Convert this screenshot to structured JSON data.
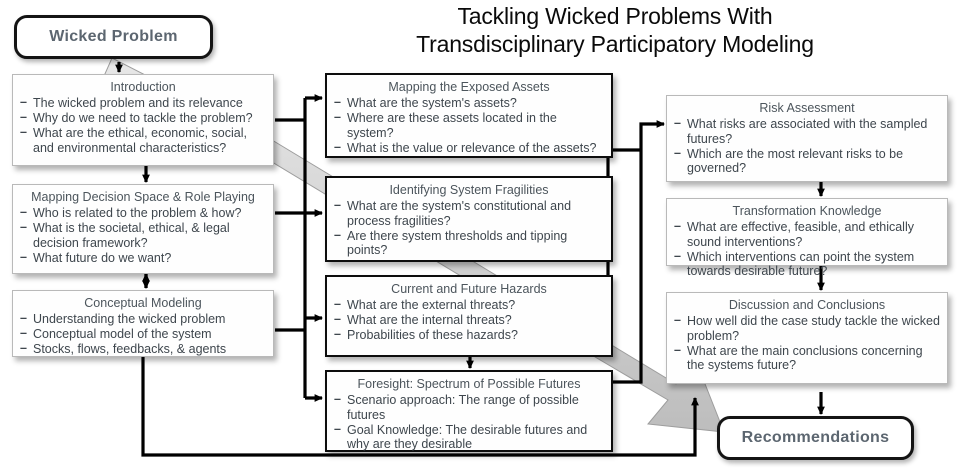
{
  "title": {
    "line1": "Tackling Wicked Problems With",
    "line2": "Transdisciplinary Participatory Modeling"
  },
  "terminals": {
    "start": {
      "label": "Wicked Problem"
    },
    "end": {
      "label": "Recommendations"
    }
  },
  "colors": {
    "box_border_thick": "#0d0d0d",
    "box_border_thin": "#b9b9b9",
    "terminal_text": "#5c6670",
    "body_text": "#3e464d",
    "heading_text": "#4c555c",
    "connector": "#000000",
    "highlight_arrow": "#d2d2d2"
  },
  "boxes": [
    {
      "id": "introduction",
      "heading": "Introduction",
      "items": [
        "The wicked problem and its relevance",
        "Why do we need to tackle the problem?",
        "What are the ethical, economic, social, and environmental characteristics?"
      ]
    },
    {
      "id": "mapping-decision-space",
      "heading": "Mapping Decision Space & Role Playing",
      "items": [
        "Who is related to the problem & how?",
        "What is the societal, ethical, & legal decision framework?",
        "What future do we want?"
      ]
    },
    {
      "id": "conceptual-modeling",
      "heading": "Conceptual Modeling",
      "items": [
        "Understanding the wicked problem",
        "Conceptual model of the system",
        "Stocks, flows, feedbacks, & agents"
      ]
    },
    {
      "id": "mapping-exposed-assets",
      "heading": "Mapping the Exposed Assets",
      "items": [
        "What are the system's assets?",
        "Where are these assets located in the system?",
        "What is the value or relevance of the assets?"
      ]
    },
    {
      "id": "identifying-system-fragilities",
      "heading": "Identifying System Fragilities",
      "items": [
        "What are the system's constitutional and process fragilities?",
        "Are there system thresholds and tipping points?"
      ]
    },
    {
      "id": "current-and-future-hazards",
      "heading": "Current and Future Hazards",
      "items": [
        "What are the external threats?",
        "What are the internal threats?",
        "Probabilities of these hazards?"
      ]
    },
    {
      "id": "foresight",
      "heading": "Foresight: Spectrum of Possible Futures",
      "items": [
        "Scenario approach: The range of possible futures",
        "Goal Knowledge: The desirable futures and why are they desirable"
      ]
    },
    {
      "id": "risk-assessment",
      "heading": "Risk Assessment",
      "items": [
        "What risks are associated with the sampled futures?",
        "Which are the most relevant risks to be governed?"
      ]
    },
    {
      "id": "transformation-knowledge",
      "heading": "Transformation Knowledge",
      "items": [
        "What are effective, feasible, and ethically sound interventions?",
        "Which interventions can point the system towards desirable future?"
      ]
    },
    {
      "id": "discussion-and-conclusions",
      "heading": "Discussion and Conclusions",
      "items": [
        "How well did the case study tackle the wicked problem?",
        "What are the main conclusions concerning the systems future?"
      ]
    }
  ],
  "bullet": "–"
}
